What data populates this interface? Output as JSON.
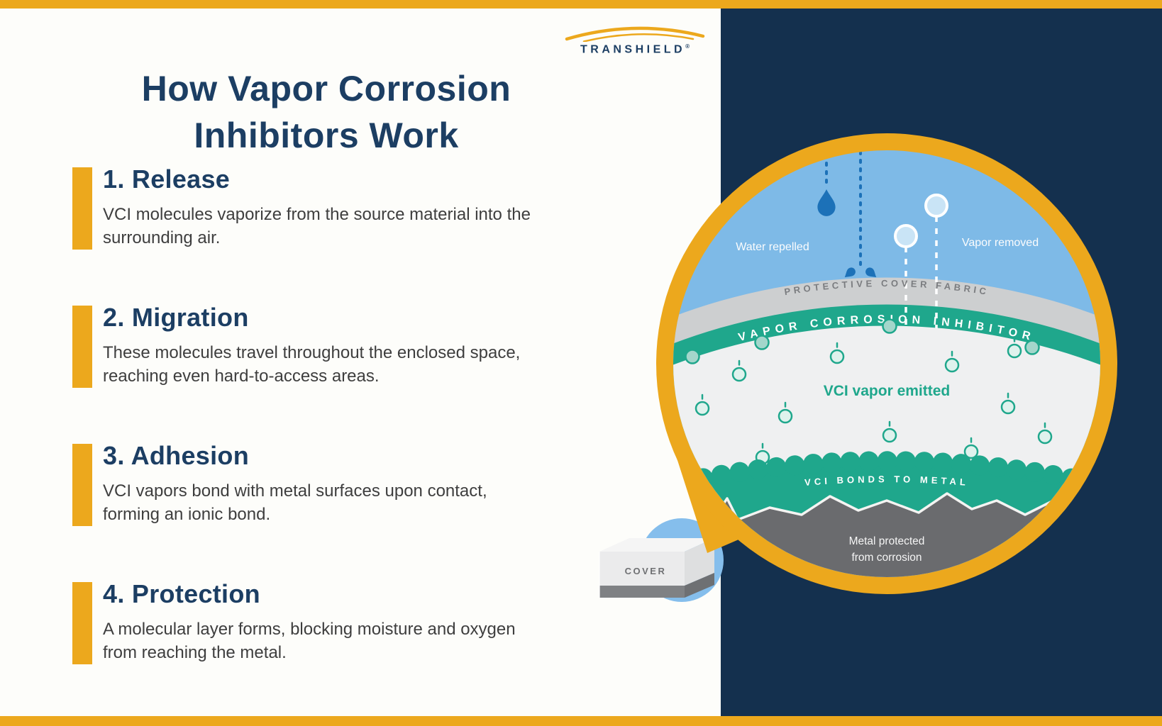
{
  "colors": {
    "gold": "#ECA81D",
    "navy_panel": "#14304E",
    "heading_navy": "#1C3E63",
    "teal": "#1FA78C",
    "sky_blue": "#7EBAE7",
    "fabric_gray": "#CDCFD0",
    "interior_gray": "#EFF0F1",
    "metal_gray": "#6A6B6E",
    "droplet_blue": "#1C71B8",
    "body_text": "#3E3E3E",
    "cover_circle_blue": "#85BEEC"
  },
  "header": {
    "title_line1": "How Vapor Corrosion",
    "title_line2": "Inhibitors Work"
  },
  "logo": {
    "name": "TRANSHIELD",
    "registered_mark": "®"
  },
  "steps": [
    {
      "title": "1. Release",
      "description": "VCI molecules vaporize from the source material into the surrounding air."
    },
    {
      "title": "2. Migration",
      "description": "These molecules travel throughout the enclosed space, reaching even hard-to-access areas."
    },
    {
      "title": "3. Adhesion",
      "description": "VCI vapors bond with metal surfaces upon contact, forming an ionic bond."
    },
    {
      "title": "4. Protection",
      "description": "A molecular layer forms, blocking moisture and oxygen from reaching the metal."
    }
  ],
  "diagram": {
    "water_repelled": "Water repelled",
    "vapor_removed": "Vapor removed",
    "fabric_band": "PROTECTIVE COVER FABRIC",
    "vci_band": "VAPOR CORROSION INHIBITOR",
    "vapor_emitted": "VCI vapor emitted",
    "bonds_band": "VCI BONDS TO METAL",
    "metal_line1": "Metal protected",
    "metal_line2": "from corrosion",
    "cover_label": "COVER"
  }
}
